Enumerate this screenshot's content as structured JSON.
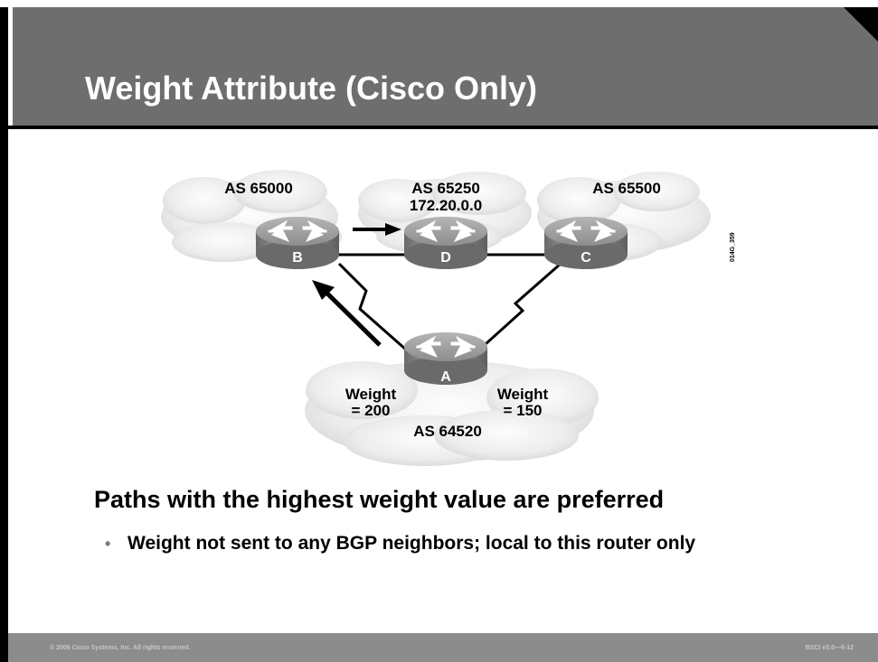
{
  "slide": {
    "title": "Weight Attribute (Cisco Only)"
  },
  "diagram": {
    "image_code": "014G_359",
    "clouds": [
      {
        "id": "as65000",
        "label": "AS 65000"
      },
      {
        "id": "as65250",
        "label": "AS 65250",
        "network": "172.20.0.0"
      },
      {
        "id": "as65500",
        "label": "AS 65500"
      },
      {
        "id": "as64520",
        "label": "AS 64520"
      }
    ],
    "routers": [
      {
        "id": "B",
        "label": "B"
      },
      {
        "id": "D",
        "label": "D"
      },
      {
        "id": "C",
        "label": "C"
      },
      {
        "id": "A",
        "label": "A"
      }
    ],
    "weights": [
      {
        "line1": "Weight",
        "line2": "= 200"
      },
      {
        "line1": "Weight",
        "line2": "= 150"
      }
    ]
  },
  "bullets": {
    "main": "Paths with the highest weight value are preferred",
    "sub": "Weight not sent to any BGP neighbors; local to this router only"
  },
  "footer": {
    "copyright": "© 2006 Cisco Systems, Inc. All rights reserved.",
    "course": "BSCI v3.0—6-12"
  },
  "colors": {
    "header": "#6e6e6e",
    "footer": "#8c8c8c",
    "router": "#8a8a8a",
    "cloud": "#e6e6e6"
  }
}
